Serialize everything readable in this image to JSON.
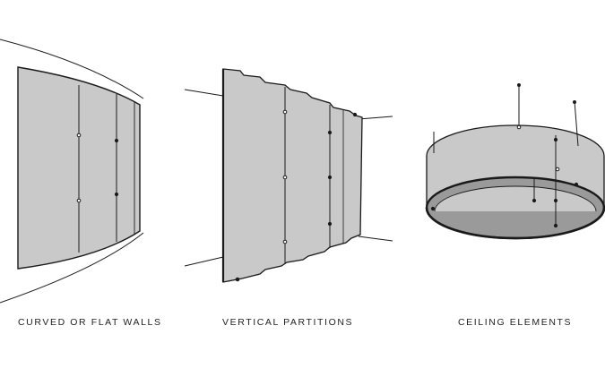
{
  "colors": {
    "panel_fill": "#c9c9c9",
    "panel_inner": "#9a9a9a",
    "stroke": "#1a1a1a",
    "background": "#ffffff"
  },
  "captions": {
    "walls": "CURVED OR FLAT WALLS",
    "partitions": "VERTICAL PARTITIONS",
    "ceiling": "CEILING ELEMENTS"
  }
}
